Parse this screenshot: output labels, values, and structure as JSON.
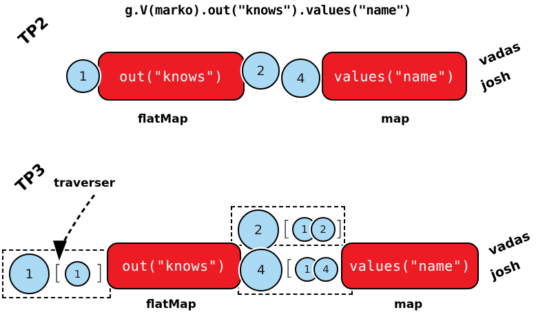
{
  "title": "g.V(marko).out(\"knows\").values(\"name\")",
  "colors": {
    "step_fill": "#ED1C24",
    "traverser_fill": "#ABDAF5",
    "outline": "#000000",
    "step_text": "#FFFFFF",
    "background": "#FFFFFF"
  },
  "tp2": {
    "tag": "TP2",
    "steps": [
      {
        "label": "out(\"knows\")",
        "caption": "flatMap"
      },
      {
        "label": "values(\"name\")",
        "caption": "map"
      }
    ],
    "traversers": [
      {
        "id": "1"
      },
      {
        "id": "2"
      },
      {
        "id": "4"
      }
    ],
    "outputs": [
      "vadas",
      "josh"
    ]
  },
  "tp3": {
    "tag": "TP3",
    "annotation": "traverser",
    "steps": [
      {
        "label": "out(\"knows\")",
        "caption": "flatMap"
      },
      {
        "label": "values(\"name\")",
        "caption": "map"
      }
    ],
    "traversers": [
      {
        "id": "1",
        "bracket_open": "[",
        "path": [
          "1"
        ],
        "bracket_close": "]"
      },
      {
        "id": "2",
        "bracket_open": "[",
        "path": [
          "1",
          "2"
        ],
        "bracket_close": "]"
      },
      {
        "id": "4",
        "bracket_open": "[",
        "path": [
          "1",
          "4"
        ],
        "bracket_close": "]"
      }
    ],
    "outputs": [
      "vadas",
      "josh"
    ]
  }
}
